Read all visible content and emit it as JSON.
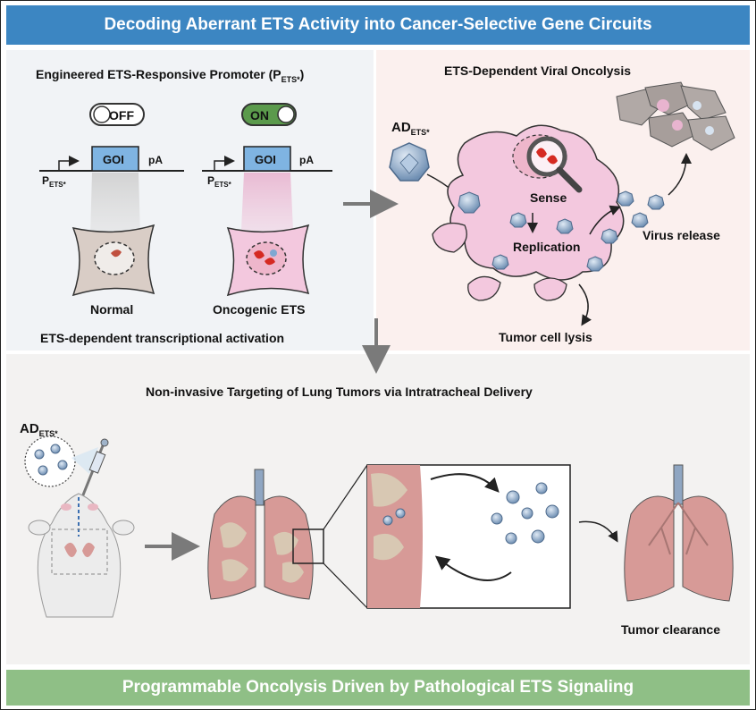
{
  "header": {
    "title": "Decoding Aberrant ETS Activity into Cancer-Selective Gene Circuits"
  },
  "footer": {
    "title": "Programmable Oncolysis Driven by Pathological ETS Signaling"
  },
  "panel_a": {
    "title": "Engineered ETS-Responsive Promoter (P",
    "title_sub": "ETS*",
    "title_end": ")",
    "off_label": "OFF",
    "on_label": "ON",
    "goi": "GOI",
    "pa": "pA",
    "promoter": "P",
    "promoter_sub": "ETS*",
    "normal_label": "Normal",
    "oncogenic_label": "Oncogenic ETS",
    "caption": "ETS-dependent transcriptional activation"
  },
  "panel_b": {
    "title": "ETS-Dependent Viral Oncolysis",
    "virus": "AD",
    "virus_sub": "ETS*",
    "sense": "Sense",
    "replication": "Replication",
    "release": "Virus release",
    "lysis": "Tumor cell lysis"
  },
  "panel_c": {
    "title": "Non-invasive Targeting of Lung Tumors via Intratracheal Delivery",
    "virus": "AD",
    "virus_sub": "ETS*",
    "clearance": "Tumor clearance"
  },
  "colors": {
    "header": "#3c86c2",
    "footer": "#8fbf86",
    "cell_normal": "#d9cdc6",
    "cell_tumor": "#f3c8de",
    "lung": "#d79a97",
    "gene_box": "#7fb4e2",
    "switch_on": "#5b9a4c"
  }
}
